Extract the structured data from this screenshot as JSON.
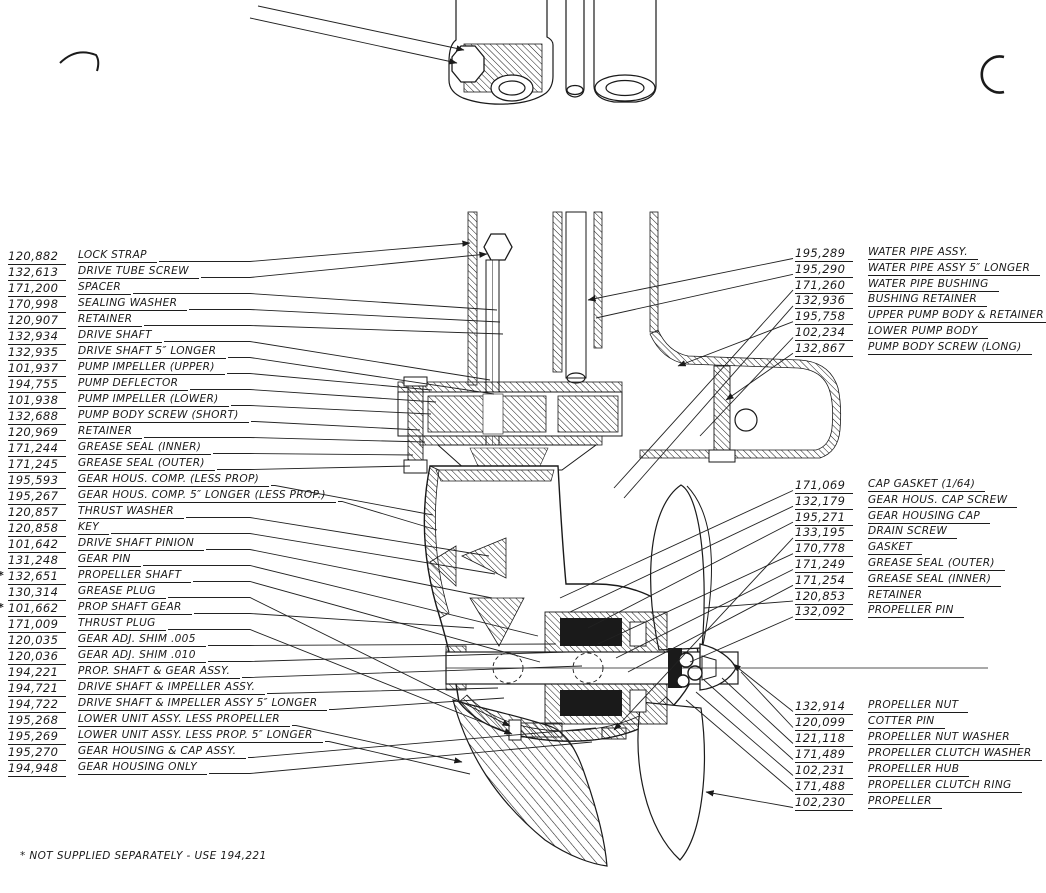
{
  "document": {
    "type": "outboard-lower-unit-parts-diagram",
    "note": "* NOT SUPPLIED SEPARATELY - USE 194,221",
    "ink_color": "#1a1a1a",
    "paper_color": "#ffffff"
  },
  "left_parts": [
    {
      "number": "120,882",
      "name": "LOCK STRAP",
      "star": false
    },
    {
      "number": "132,613",
      "name": "DRIVE TUBE SCREW",
      "star": false
    },
    {
      "number": "171,200",
      "name": "SPACER",
      "star": false
    },
    {
      "number": "170,998",
      "name": "SEALING WASHER",
      "star": false
    },
    {
      "number": "120,907",
      "name": "RETAINER",
      "star": false
    },
    {
      "number": "132,934",
      "name": "DRIVE SHAFT",
      "star": false
    },
    {
      "number": "132,935",
      "name": "DRIVE SHAFT 5″ LONGER",
      "star": false
    },
    {
      "number": "101,937",
      "name": "PUMP IMPELLER (UPPER)",
      "star": false
    },
    {
      "number": "194,755",
      "name": "PUMP DEFLECTOR",
      "star": false
    },
    {
      "number": "101,938",
      "name": "PUMP IMPELLER (LOWER)",
      "star": false
    },
    {
      "number": "132,688",
      "name": "PUMP BODY SCREW (SHORT)",
      "star": false
    },
    {
      "number": "120,969",
      "name": "RETAINER",
      "star": false
    },
    {
      "number": "171,244",
      "name": "GREASE SEAL (INNER)",
      "star": false
    },
    {
      "number": "171,245",
      "name": "GREASE SEAL (OUTER)",
      "star": false
    },
    {
      "number": "195,593",
      "name": "GEAR HOUS. COMP. (LESS PROP)",
      "star": false
    },
    {
      "number": "195,267",
      "name": "GEAR HOUS. COMP. 5″ LONGER (LESS PROP.)",
      "star": false
    },
    {
      "number": "120,857",
      "name": "THRUST WASHER",
      "star": false
    },
    {
      "number": "120,858",
      "name": "KEY",
      "star": false
    },
    {
      "number": "101,642",
      "name": "DRIVE SHAFT PINION",
      "star": false
    },
    {
      "number": "131,248",
      "name": "GEAR PIN",
      "star": false
    },
    {
      "number": "132,651",
      "name": "PROPELLER SHAFT",
      "star": true
    },
    {
      "number": "130,314",
      "name": "GREASE PLUG",
      "star": false
    },
    {
      "number": "101,662",
      "name": "PROP SHAFT GEAR",
      "star": true
    },
    {
      "number": "171,009",
      "name": "THRUST PLUG",
      "star": false
    },
    {
      "number": "120,035",
      "name": "GEAR ADJ. SHIM .005",
      "star": false
    },
    {
      "number": "120,036",
      "name": "GEAR ADJ. SHIM .010",
      "star": false
    },
    {
      "number": "194,221",
      "name": "PROP. SHAFT & GEAR ASSY.",
      "star": false
    },
    {
      "number": "194,721",
      "name": "DRIVE SHAFT & IMPELLER ASSY.",
      "star": false
    },
    {
      "number": "194,722",
      "name": "DRIVE SHAFT & IMPELLER ASSY 5″ LONGER",
      "star": false
    },
    {
      "number": "195,268",
      "name": "LOWER UNIT ASSY. LESS PROPELLER",
      "star": false
    },
    {
      "number": "195,269",
      "name": "LOWER UNIT ASSY. LESS PROP. 5″ LONGER",
      "star": false
    },
    {
      "number": "195,270",
      "name": "GEAR HOUSING & CAP ASSY.",
      "star": false
    },
    {
      "number": "194,948",
      "name": "GEAR HOUSING ONLY",
      "star": false
    }
  ],
  "right_top_parts": [
    {
      "number": "195,289",
      "name": "WATER PIPE ASSY.",
      "star": false
    },
    {
      "number": "195,290",
      "name": "WATER PIPE ASSY 5″ LONGER",
      "star": false
    },
    {
      "number": "171,260",
      "name": "WATER PIPE BUSHING",
      "star": false
    },
    {
      "number": "132,936",
      "name": "BUSHING RETAINER",
      "star": false
    },
    {
      "number": "195,758",
      "name": "UPPER PUMP BODY & RETAINER",
      "star": false
    },
    {
      "number": "102,234",
      "name": "LOWER PUMP BODY",
      "star": false
    },
    {
      "number": "132,867",
      "name": "PUMP BODY SCREW (LONG)",
      "star": false
    }
  ],
  "right_middle_parts": [
    {
      "number": "171,069",
      "name": "CAP GASKET (1/64)",
      "star": false
    },
    {
      "number": "132,179",
      "name": "GEAR HOUS. CAP SCREW",
      "star": false
    },
    {
      "number": "195,271",
      "name": "GEAR HOUSING CAP",
      "star": false
    },
    {
      "number": "133,195",
      "name": "DRAIN SCREW",
      "star": false
    },
    {
      "number": "170,778",
      "name": "GASKET",
      "star": false
    },
    {
      "number": "171,249",
      "name": "GREASE SEAL (OUTER)",
      "star": false
    },
    {
      "number": "171,254",
      "name": "GREASE SEAL (INNER)",
      "star": false
    },
    {
      "number": "120,853",
      "name": "RETAINER",
      "star": false
    },
    {
      "number": "132,092",
      "name": "PROPELLER PIN",
      "star": false
    }
  ],
  "right_bottom_parts": [
    {
      "number": "132,914",
      "name": "PROPELLER NUT",
      "star": false
    },
    {
      "number": "120,099",
      "name": "COTTER PIN",
      "star": false
    },
    {
      "number": "121,118",
      "name": "PROPELLER NUT WASHER",
      "star": false
    },
    {
      "number": "171,489",
      "name": "PROPELLER CLUTCH WASHER",
      "star": false
    },
    {
      "number": "102,231",
      "name": "PROPELLER HUB",
      "star": false
    },
    {
      "number": "171,488",
      "name": "PROPELLER CLUTCH RING",
      "star": false
    },
    {
      "number": "102,230",
      "name": "PROPELLER",
      "star": false
    }
  ]
}
